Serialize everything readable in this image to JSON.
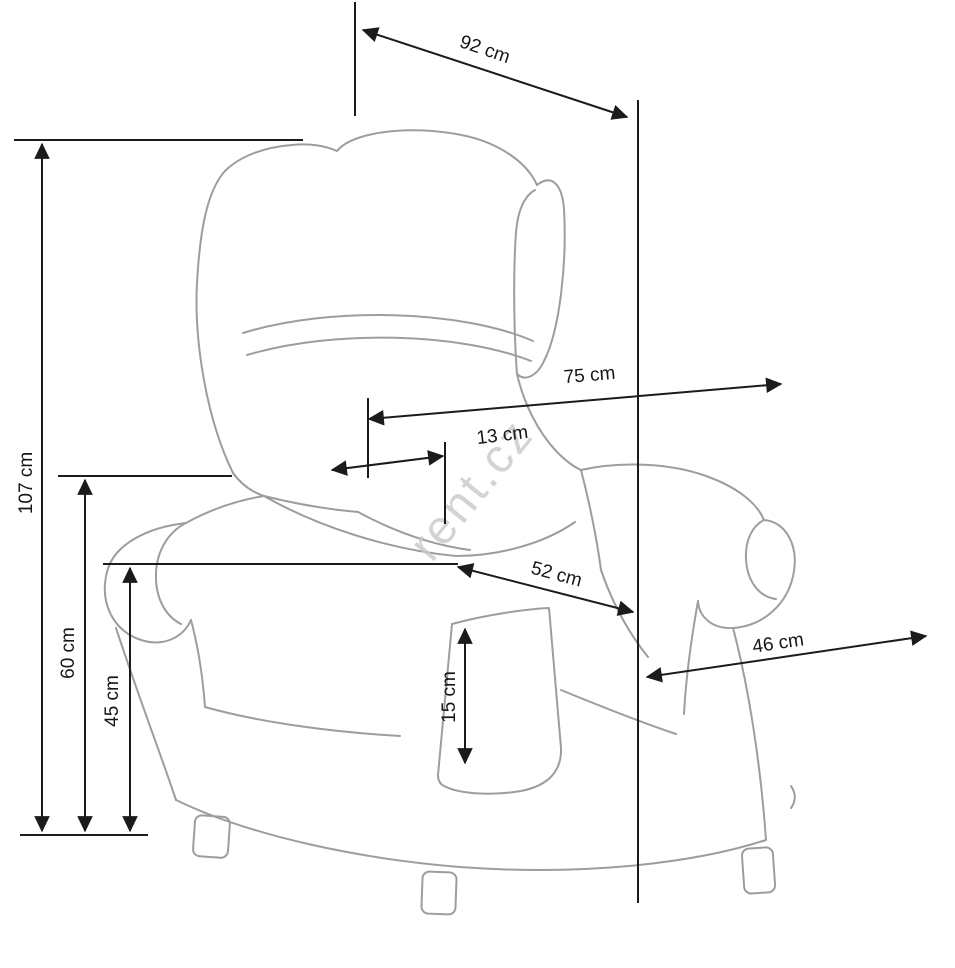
{
  "watermark": "rent.cz",
  "dims": {
    "d92": "92 cm",
    "d107": "107 cm",
    "d60": "60 cm",
    "d45": "45 cm",
    "d75": "75 cm",
    "d13": "13 cm",
    "d52": "52 cm",
    "d46": "46 cm",
    "d15": "15 cm"
  },
  "colors": {
    "line": "#1b1b1b",
    "chair": "#9d9d9d",
    "watermark": "#c9c9c9",
    "background": "#ffffff"
  }
}
